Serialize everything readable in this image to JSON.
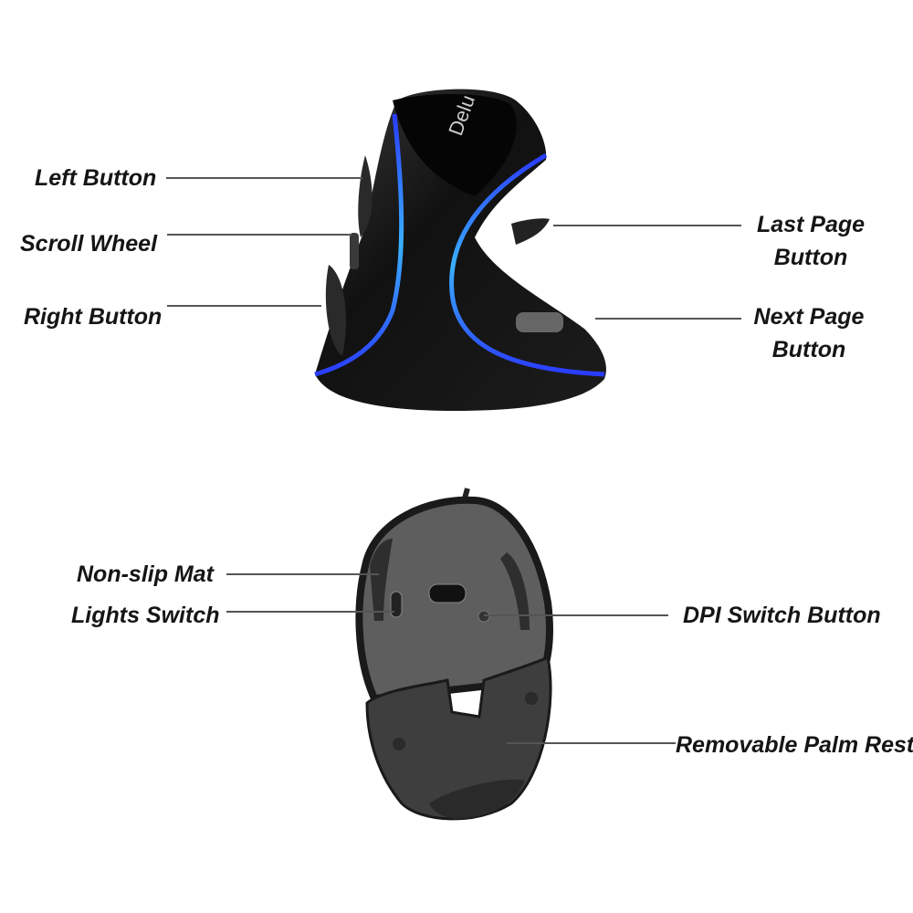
{
  "top_view": {
    "logo": "Delu",
    "labels": {
      "left_button": "Left Button",
      "scroll_wheel": "Scroll Wheel",
      "right_button": "Right Button",
      "last_page_button": [
        "Last Page",
        "Button"
      ],
      "next_page_button": [
        "Next Page",
        "Button"
      ]
    },
    "accent_color": "#2a4dff"
  },
  "bottom_view": {
    "labels": {
      "non_slip_mat": "Non-slip Mat",
      "lights_switch": "Lights Switch",
      "dpi_switch_button": "DPI Switch Button",
      "removable_palm_rest": "Removable Palm Rest"
    }
  }
}
